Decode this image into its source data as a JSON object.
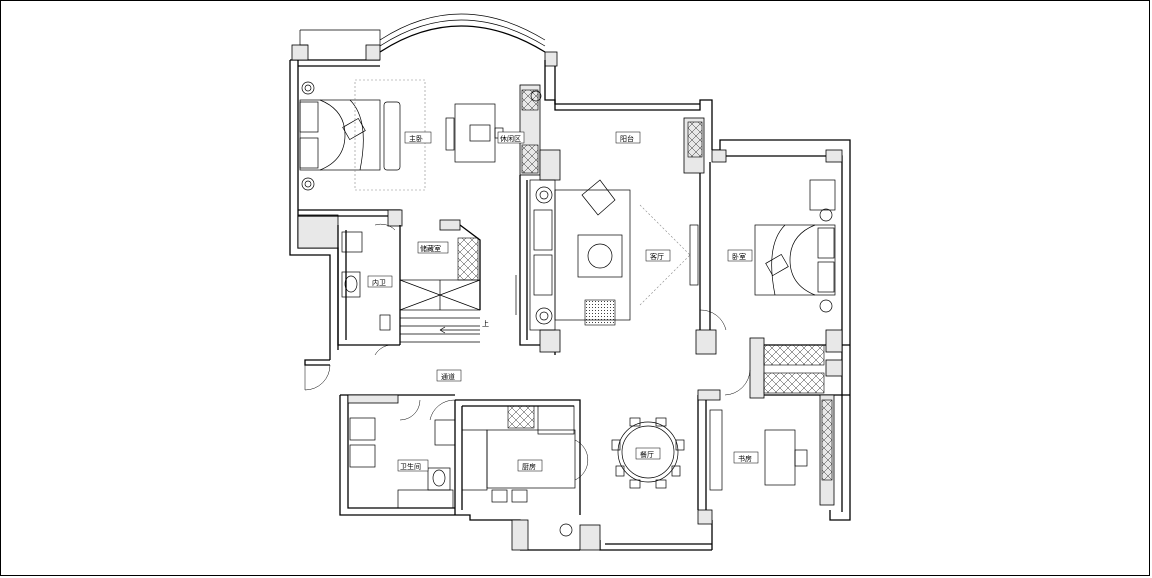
{
  "rooms": {
    "master_bedroom": "主卧",
    "leisure_area": "休闲区",
    "balcony": "阳台",
    "living_room": "客厅",
    "bedroom": "卧室",
    "storage_room": "储藏室",
    "inner_bathroom": "内卫",
    "corridor": "通道",
    "bathroom": "卫生间",
    "kitchen": "厨房",
    "dining_room": "餐厅",
    "study": "书房"
  },
  "stair_label": "上"
}
